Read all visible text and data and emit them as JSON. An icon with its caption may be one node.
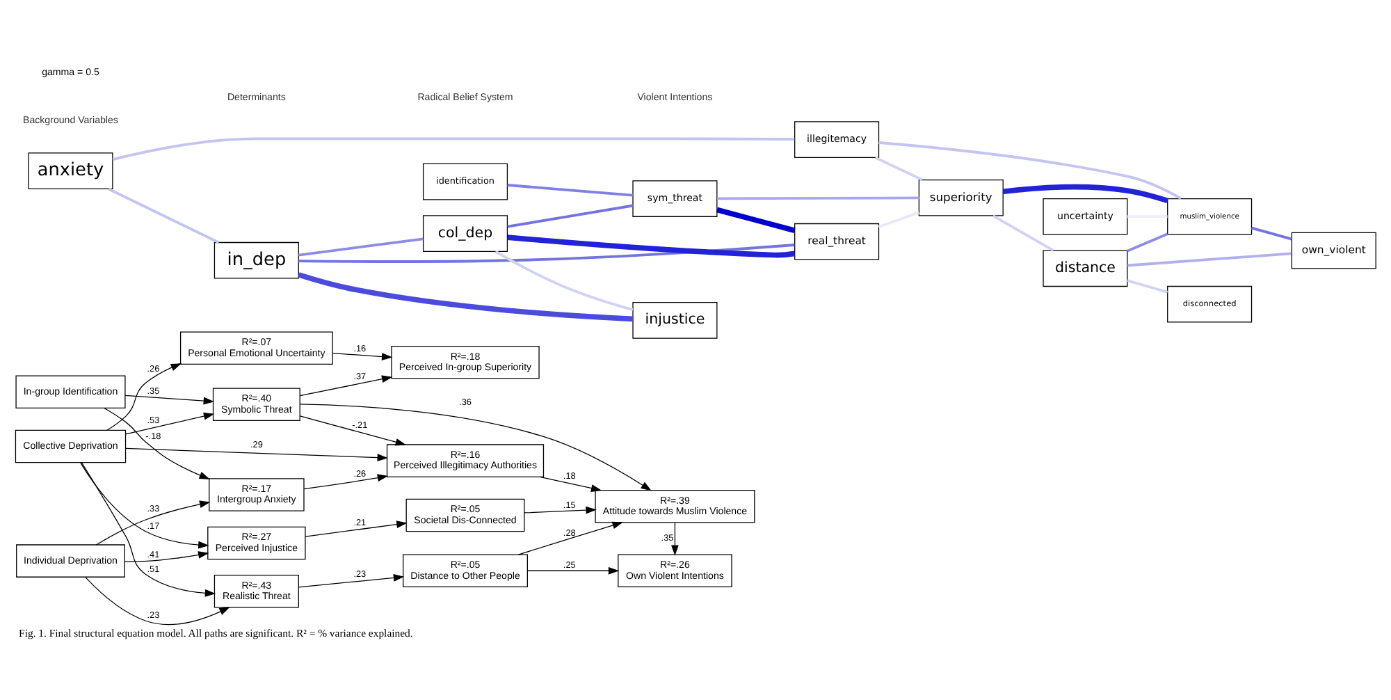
{
  "diagram": {
    "caption": "Fig. 1. Final structural equation model. All paths are significant. R² = % variance explained.",
    "nodes": [
      {
        "text": [
          "In-group Identification"
        ]
      },
      {
        "text": [
          "Individual Deprivation"
        ]
      },
      {
        "text": [
          "Collective Deprivation"
        ]
      },
      {
        "text": [
          "R²=.17",
          "Intergroup Anxiety"
        ]
      },
      {
        "text": [
          "R²=.40",
          "Symbolic Threat"
        ]
      },
      {
        "text": [
          "R²=.43",
          "Realistic Threat"
        ]
      },
      {
        "text": [
          "R²=.07",
          "Personal Emotional Uncertainty"
        ]
      },
      {
        "text": [
          "R²=.27",
          "Perceived Injustice"
        ]
      },
      {
        "text": [
          "R²=.16",
          "Perceived Illegitimacy Authorities"
        ]
      },
      {
        "text": [
          "R²=.18",
          "Perceived In-group Superiority"
        ]
      },
      {
        "text": [
          "R²=.05",
          "Distance to Other People"
        ]
      },
      {
        "text": [
          "R²=.05",
          "Societal Dis-Connected"
        ]
      },
      {
        "text": [
          "R²=.39",
          "Attitude towards Muslim Violence"
        ]
      },
      {
        "text": [
          "R²=.26",
          "Own Violent Intentions"
        ]
      },
      {
        "text": [
          "anxiety"
        ]
      },
      {
        "text": [
          "identification"
        ]
      },
      {
        "text": [
          "sym_threat"
        ]
      },
      {
        "text": [
          "illegitemacy"
        ]
      },
      {
        "text": [
          "in_dep"
        ]
      },
      {
        "text": [
          "col_dep"
        ]
      },
      {
        "text": [
          "real_threat"
        ]
      },
      {
        "text": [
          "superiority"
        ]
      },
      {
        "text": [
          "muslim_violence"
        ]
      },
      {
        "text": [
          "uncertainty"
        ]
      },
      {
        "text": [
          "distance"
        ]
      },
      {
        "text": [
          "own_violent"
        ]
      },
      {
        "text": [
          "disconnected"
        ]
      },
      {
        "text": [
          "injustice"
        ]
      }
    ],
    "edges": [
      {
        "from": 0,
        "to": 3,
        "arrow": "to",
        "label": "-.18"
      },
      {
        "from": 1,
        "to": 3,
        "arrow": "to",
        "label": ".33"
      },
      {
        "from": 0,
        "to": 4,
        "arrow": "to",
        "label": ".35"
      },
      {
        "from": 2,
        "to": 4,
        "arrow": "to",
        "label": ".53"
      },
      {
        "from": 1,
        "to": 5,
        "arrow": "to",
        "label": ".23"
      },
      {
        "from": 2,
        "to": 8,
        "arrow": "to",
        "label": ".29"
      },
      {
        "from": 2,
        "to": 5,
        "arrow": "to",
        "label": ".51"
      },
      {
        "from": 2,
        "to": 6,
        "arrow": "to",
        "label": ".26"
      },
      {
        "from": 1,
        "to": 7,
        "arrow": "to",
        "label": ".41"
      },
      {
        "from": 2,
        "to": 7,
        "arrow": "to",
        "label": ".17"
      },
      {
        "from": 3,
        "to": 8,
        "arrow": "to",
        "label": ".26"
      },
      {
        "from": 4,
        "to": 8,
        "arrow": "to",
        "label": "-.21"
      },
      {
        "from": 4,
        "to": 9,
        "arrow": "to",
        "label": ".37"
      },
      {
        "from": 4,
        "to": 12,
        "arrow": "to",
        "label": ".36"
      },
      {
        "from": 6,
        "to": 9,
        "arrow": "to",
        "label": ".16"
      },
      {
        "from": 5,
        "to": 10,
        "arrow": "to",
        "label": ".23"
      },
      {
        "from": 7,
        "to": 11,
        "arrow": "to",
        "label": ".21"
      },
      {
        "from": 8,
        "to": 12,
        "arrow": "to",
        "label": ".18"
      },
      {
        "from": 10,
        "to": 12,
        "arrow": "to",
        "label": ".28"
      },
      {
        "from": 11,
        "to": 12,
        "arrow": "to",
        "label": ".15"
      },
      {
        "from": 12,
        "to": 13,
        "arrow": "to",
        "label": ".35"
      },
      {
        "from": 10,
        "to": 13,
        "arrow": "to",
        "label": ".25"
      },
      {
        "from": 14,
        "to": 18,
        "arrow": "none",
        "color": "#c4c4f2"
      },
      {
        "from": 14,
        "to": 17,
        "arrow": "none",
        "color": "#c4c4f2"
      },
      {
        "from": 15,
        "to": 16,
        "arrow": "none",
        "color": "#7f7fe6"
      },
      {
        "from": 18,
        "to": 19,
        "arrow": "none",
        "color": "#8c8ce8"
      },
      {
        "from": 18,
        "to": 27,
        "arrow": "none",
        "style": "thick",
        "color": "#4c4cdc"
      },
      {
        "from": 18,
        "to": 20,
        "arrow": "none",
        "color": "#7373e2"
      },
      {
        "from": 19,
        "to": 16,
        "arrow": "none",
        "color": "#7373e2"
      },
      {
        "from": 16,
        "to": 20,
        "arrow": "none",
        "style": "thick",
        "color": "#0000cc"
      },
      {
        "from": 19,
        "to": 20,
        "arrow": "none",
        "style": "thick",
        "color": "#2222d6"
      },
      {
        "from": 19,
        "to": 27,
        "arrow": "none",
        "color": "#d2d2f5"
      },
      {
        "from": 16,
        "to": 21,
        "arrow": "none",
        "color": "#a8a8ee"
      },
      {
        "from": 20,
        "to": 21,
        "arrow": "none",
        "color": "#e8e8fa"
      },
      {
        "from": 17,
        "to": 21,
        "arrow": "none",
        "color": "#d2d2f5"
      },
      {
        "from": 17,
        "to": 22,
        "arrow": "none",
        "color": "#c4c4f2"
      },
      {
        "from": 21,
        "to": 22,
        "arrow": "none",
        "style": "thick",
        "color": "#2222d6"
      },
      {
        "from": 21,
        "to": 24,
        "arrow": "none",
        "color": "#d2d2f5"
      },
      {
        "from": 23,
        "to": 22,
        "arrow": "none",
        "color": "#eeeefc"
      },
      {
        "from": 24,
        "to": 22,
        "arrow": "none",
        "color": "#8c8ce8"
      },
      {
        "from": 22,
        "to": 25,
        "arrow": "none",
        "color": "#7373e2"
      },
      {
        "from": 24,
        "to": 25,
        "arrow": "none",
        "color": "#b0b0ef"
      },
      {
        "from": 24,
        "to": 26,
        "arrow": "none",
        "color": "#d2d2f5"
      }
    ],
    "labels": [
      "Background Variables",
      "Determinants",
      "Radical Belief System",
      "Violent Intentions",
      "gamma = 0.5"
    ]
  }
}
